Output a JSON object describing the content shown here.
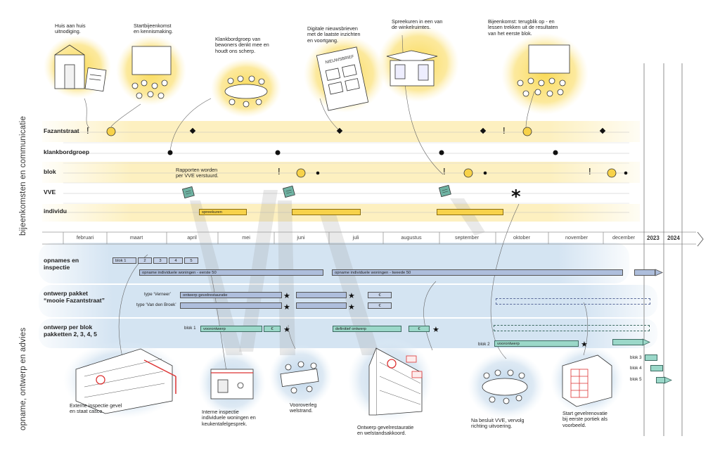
{
  "sections": {
    "top": "bijeenkomsten en communicatie",
    "bottom": "opname, ontwerp en advies"
  },
  "months": [
    "februari",
    "maart",
    "april",
    "mei",
    "juni",
    "juli",
    "augustus",
    "september",
    "oktober",
    "november",
    "december"
  ],
  "years": [
    "2023",
    "2024"
  ],
  "top_rows": [
    "Fazantstraat",
    "klankbordgroep",
    "blok",
    "VVE",
    "individu"
  ],
  "bottom_rows": {
    "opnames": "opnames en\ninspectie",
    "ontwerp_pakket": "ontwerp pakket\n“mooie Fazantstraat”",
    "ontwerp_blok": "ontwerp per blok\npakketten 2, 3, 4, 5"
  },
  "top_annotations": {
    "huis": "Huis aan huis\nuitnodiging.",
    "start": "Startbijeenkomst\nen kennismaking.",
    "klankbord": "Klankbordgroep van\nbewoners denkt mee en\nhoudt ons scherp.",
    "nieuws": "Digitale nieuwsbrieven\nmet de laatste inzichten\nen voortgang.",
    "spreekuren": "Spreekuren in een van\nde winkelruimtes.",
    "terugblik": "Bijeenkomst: terugblik op - en\nlessen trekken uit de resultaten\nvan het eerste blok.",
    "rapporten": "Rapporten worden\nper VVE verstuurd."
  },
  "newsletter_title": "NIEUWSBRIEF",
  "bottom_annotations": {
    "extern": "Externe inspectie gevel\nen staat casco.",
    "intern": "Interne inspectie\nindividuele woningen en\nkeukentafelgesprek.",
    "vooroverleg": "Vooroverleg\nwelstrand.",
    "ontwerp": "Ontwerp gevelrestauratie\nen welstandsakkoord.",
    "besluit": "Na besluit VVE, vervolg\nrichting uitvoering.",
    "start_renovatie": "Start gevelrenovatie\nbij eerste portiek als\nvoorbeeld."
  },
  "bars": {
    "spreekuren": "spreekuren",
    "blok1": "blok 1",
    "n2": "2",
    "n3": "3",
    "n4": "4",
    "n5": "5",
    "opname1": "opname individuele woningen - eerste 50",
    "opname2": "opname individuele woningen - tweede 50",
    "type_verneer": "type ‘Verneer’",
    "type_vdbroek": "type ‘Van den Broek’",
    "gevelrestauratie": "ontwerp gevelrestauratie",
    "euro": "€",
    "blok1_label": "blok 1",
    "voorontwerp": "voorontwerp",
    "definitief": "definitief ontwerp",
    "blok2_label": "blok 2",
    "voorontwerp2": "voorontwerp",
    "blok3": "blok 3",
    "blok4": "blok 4",
    "blok5": "blok 5"
  },
  "colors": {
    "yellow": "#f7d24a",
    "yellow_wash": "#fbe79a",
    "blue_wash": "#cfe0ef",
    "bar_blue": "#aebedc",
    "bar_teal": "#9bd8c9"
  }
}
